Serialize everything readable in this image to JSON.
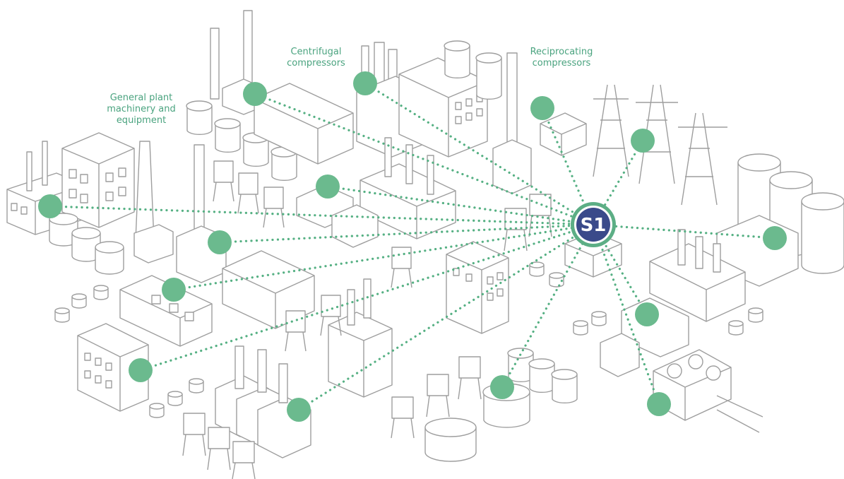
{
  "labels": {
    "general": "General plant\nmachinery and\nequipment",
    "centrifugal": "Centrifugal\ncompressors",
    "reciprocating": "Reciprocating\ncompressors"
  },
  "hub": {
    "label": "S1"
  },
  "colors": {
    "accent": "#4aa37f",
    "node": "#6bba8e",
    "line": "#55b083",
    "hub_fill": "#3a4a8a",
    "hub_ring": "#5cae85",
    "outline": "#9a9a9a"
  }
}
